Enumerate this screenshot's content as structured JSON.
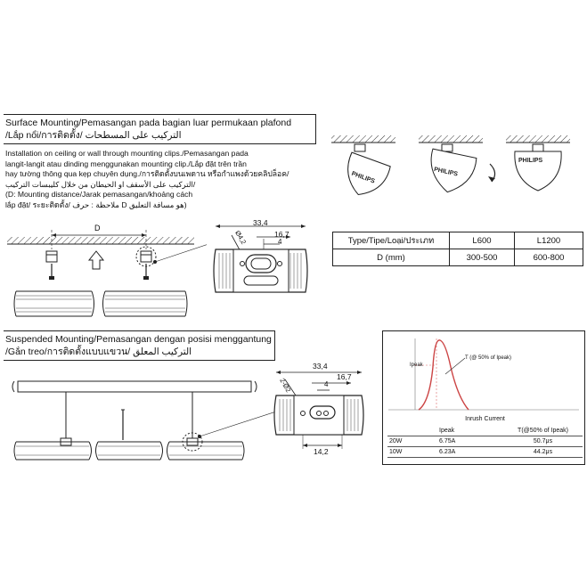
{
  "surface": {
    "title_line1": "Surface Mounting/Pemasangan pada bagian luar permukaan plafond",
    "title_line2": "/Lắp nổi/การติดตั้ง/ التركيب على المسطحات",
    "desc": [
      "Installation on ceiling or wall through mounting clips./Pemasangan pada",
      "langit-langit atau dinding menggunakan mounting clip./Lắp đặt trên trần",
      "hay tường thông qua kẹp chuyên dụng./การติดตั้งบนเพดาน หรือกำแพงด้วยคลิปล็อค/",
      "التركيب على الأسقف او الحيطان من خلال كليبسات التركيب/",
      "(D: Mounting distance/Jarak pemasangan/khoảng cách",
      "lắp đặt/ ระยะติดตั้ง/ ملاحظة : حرف D هو مسافة التعليق)"
    ],
    "distance_label": "D",
    "dims": {
      "total": "33,4",
      "inner": "16,7",
      "small": "4",
      "slot": "Ø4,2"
    }
  },
  "mount_table": {
    "header": [
      "Type/Tipe/Loại/ประเภท",
      "L600",
      "L1200"
    ],
    "row": [
      "D (mm)",
      "300-500",
      "600-800"
    ]
  },
  "steps": {
    "brand": "PHILIPS"
  },
  "suspended": {
    "title_line1": "Suspended Mounting/Pemasangan dengan posisi menggantung",
    "title_line2": "/Gắn treo/การติดตั้งแบบแขวน/ التركيب المعلق",
    "dims": {
      "total": "33,4",
      "inner": "16,7",
      "small": "4",
      "slot": "2-Ø2",
      "bottom": "14,2"
    }
  },
  "inrush": {
    "ipeak_label": "Ipeak",
    "t_label": "T (@ 50% of Ipeak)",
    "table_title": "Inrush Current",
    "columns": [
      "",
      "Ipeak",
      "T(@50% of Ipeak)"
    ],
    "rows": [
      [
        "20W",
        "6.75A",
        "50.7μs"
      ],
      [
        "10W",
        "6.23A",
        "44.2μs"
      ]
    ]
  }
}
